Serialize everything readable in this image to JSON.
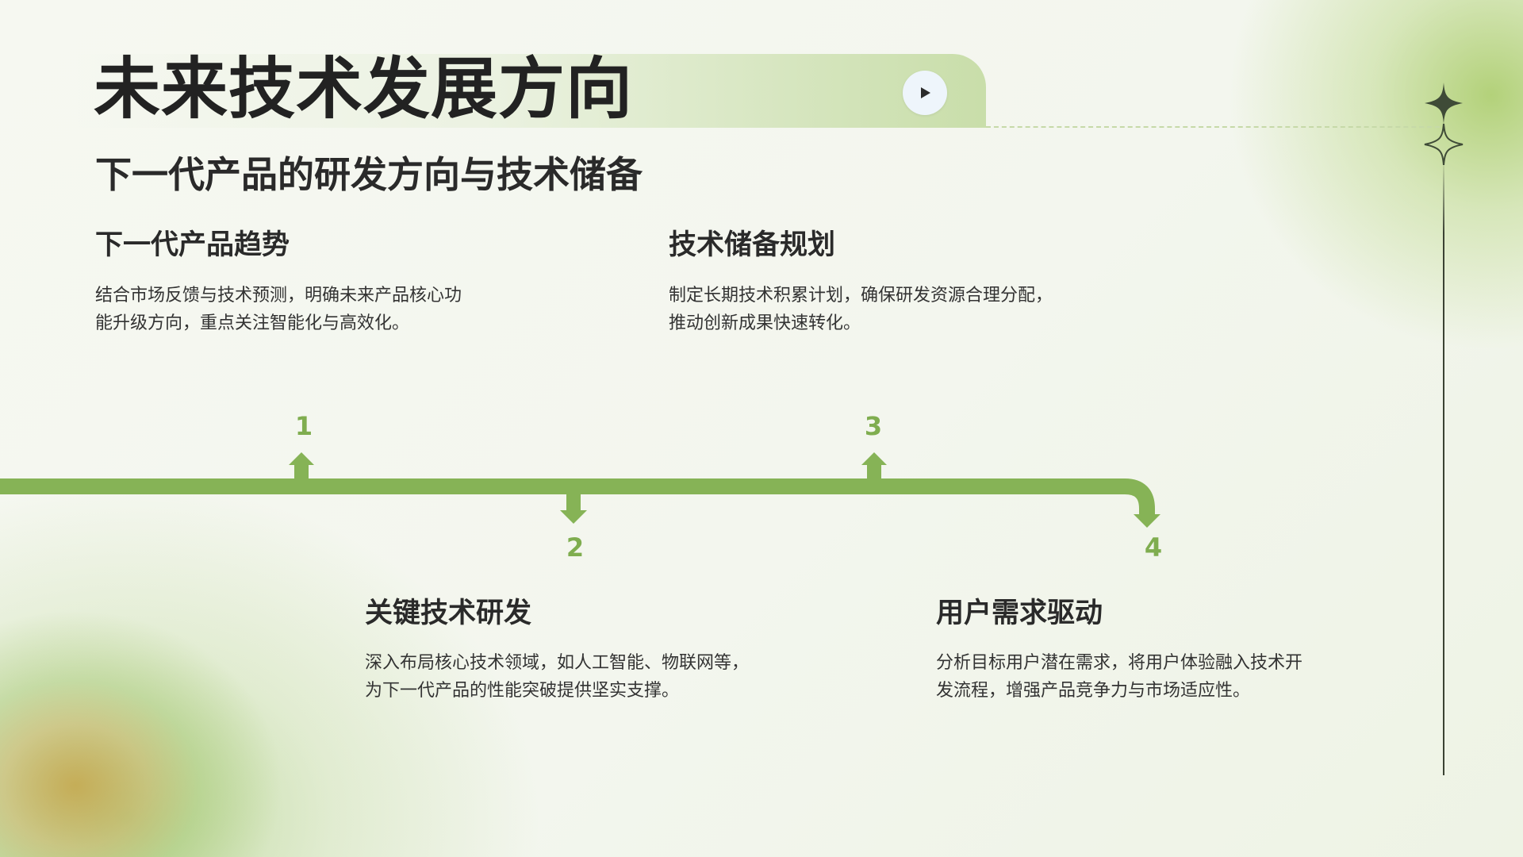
{
  "header": {
    "title": "未来技术发展方向",
    "subtitle": "下一代产品的研发方向与技术储备"
  },
  "steps": [
    {
      "number": "1",
      "title": "下一代产品趋势",
      "text": [
        "结合市场反馈与技术预测，明确未来产品核心功",
        "能升级方向，重点关注智能化与高效化。"
      ]
    },
    {
      "number": "2",
      "title": "关键技术研发",
      "text": [
        "深入布局核心技术领域，如人工智能、物联网等，",
        "为下一代产品的性能突破提供坚实支撑。"
      ]
    },
    {
      "number": "3",
      "title": "技术储备规划",
      "text": [
        "制定长期技术积累计划，确保研发资源合理分配，",
        "推动创新成果快速转化。"
      ]
    },
    {
      "number": "4",
      "title": "用户需求驱动",
      "text": [
        "分析目标用户潜在需求，将用户体验融入技术开",
        "发流程，增强产品竞争力与市场适应性。"
      ]
    }
  ],
  "colors": {
    "accent": "#86b356",
    "number": "#7fad4f",
    "text": "#2a2a2a",
    "star": "#3f4b37"
  },
  "icons": {
    "play": "play-icon",
    "stars": "sparkle-icon"
  }
}
